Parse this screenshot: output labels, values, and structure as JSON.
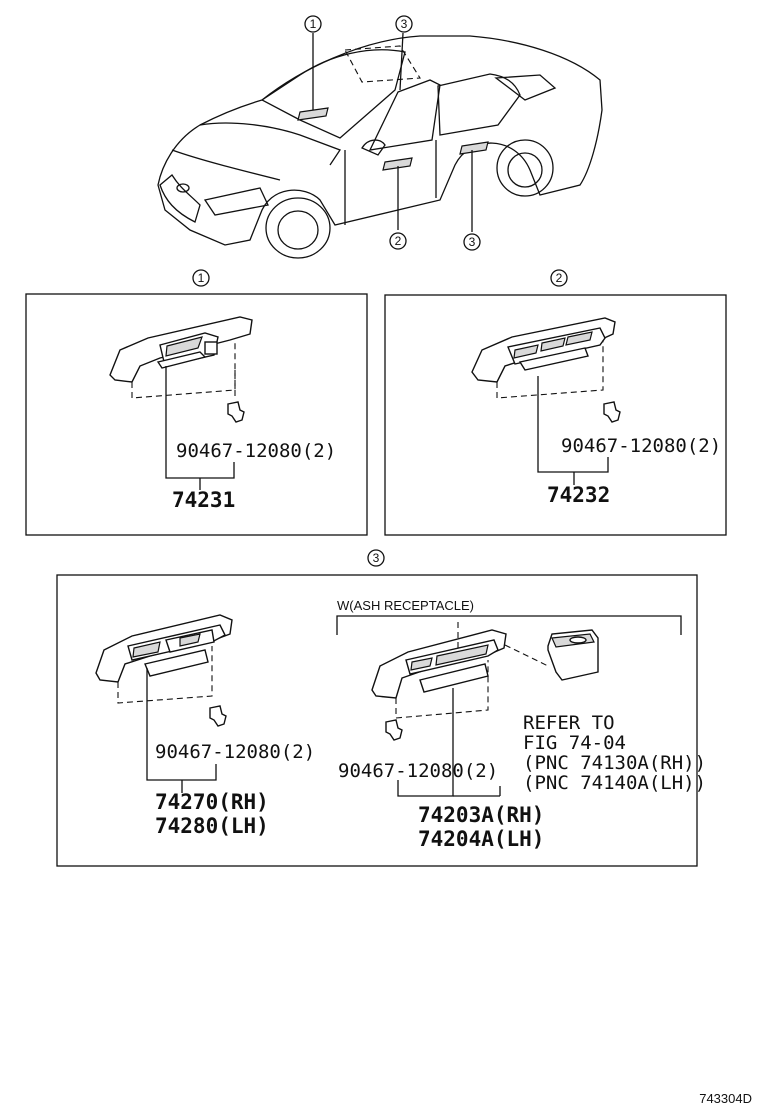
{
  "callouts": {
    "car_1": "1",
    "car_2": "2",
    "car_3a": "3",
    "car_3b": "3",
    "section_1": "1",
    "section_2": "2",
    "section_3": "3"
  },
  "section_1": {
    "screw_pn": "90467-12080(2)",
    "assembly_pn": "74231"
  },
  "section_2": {
    "screw_pn": "90467-12080(2)",
    "assembly_pn": "74232"
  },
  "section_3": {
    "left": {
      "screw_pn": "90467-12080(2)",
      "assembly_rh": "74270(RH)",
      "assembly_lh": "74280(LH)"
    },
    "right": {
      "variant_label": "W(ASH RECEPTACLE)",
      "screw_pn": "90467-12080(2)",
      "assembly_rh": "74203A(RH)",
      "assembly_lh": "74204A(LH)",
      "refer_lines": [
        "REFER TO",
        "FIG 74-04",
        "(PNC 74130A(RH))",
        "(PNC 74140A(LH))"
      ]
    }
  },
  "figure_number": "743304D"
}
